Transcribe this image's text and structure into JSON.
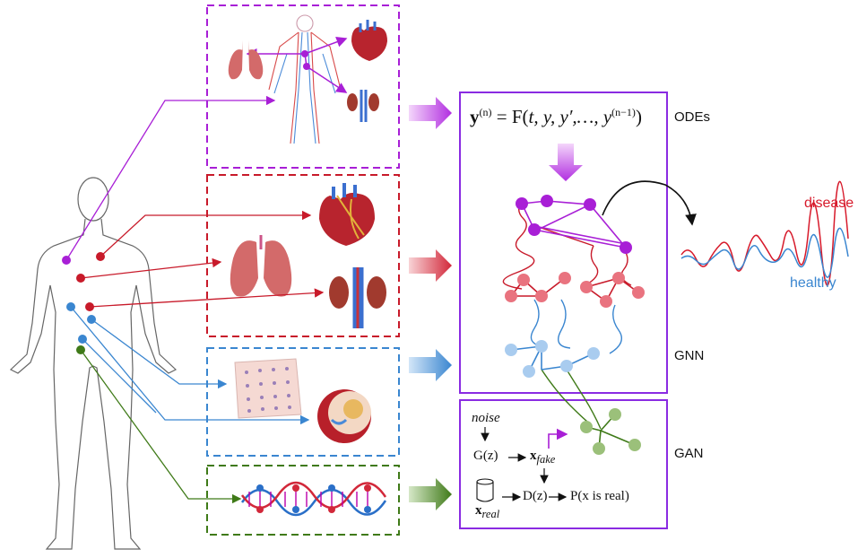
{
  "labels": {
    "odes": "ODEs",
    "gnn": "GNN",
    "gan": "GAN",
    "disease": "disease",
    "healthy": "healthy"
  },
  "ode_equation": {
    "lhs": "y",
    "lhs_sup": "(n)",
    "equals": " = F(",
    "args": "t, y, y′,…, y",
    "args_sup": "(n−1)",
    "close": ")"
  },
  "gan": {
    "noise": "noise",
    "generator": "G(z)",
    "x_fake": "x",
    "x_fake_sub": "fake",
    "x_real": "x",
    "x_real_sub": "real",
    "discriminator": "D(z)",
    "probability": "P(x is real)"
  },
  "colors": {
    "purple": "#a81fd6",
    "red": "#c81a2a",
    "blue": "#3a86d0",
    "green": "#3f7a18",
    "box_border": "#8a2be2"
  },
  "icons": [
    "body-outline-icon",
    "circulatory-system-icon",
    "lungs-icon",
    "heart-icon",
    "kidneys-icon",
    "tissue-icon",
    "cell-icon",
    "dna-icon",
    "database-icon"
  ]
}
